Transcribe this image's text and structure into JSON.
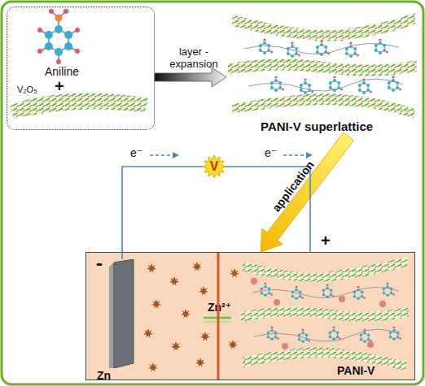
{
  "diagram": {
    "nodes": [
      {
        "text": [
          "Aniline",
          "+",
          "V₂O₅"
        ]
      },
      {
        "text": [
          "PANI-V superlattice"
        ]
      },
      {
        "text": [
          "Zn²⁺"
        ]
      },
      {
        "text": [
          "-",
          "Zn"
        ],
        "in": 2
      },
      {
        "text": [
          "+",
          "PANI-V"
        ],
        "in": 2
      },
      {
        "text": [
          "V"
        ]
      }
    ],
    "edges": [
      {
        "from": 0,
        "to": 1,
        "arrow": "to",
        "label": "layer - expansion"
      },
      {
        "from": 1,
        "to": 2,
        "arrow": "to",
        "label": "application"
      },
      {
        "from": 3,
        "to": 5,
        "arrow": "none",
        "label": "e⁻"
      },
      {
        "from": 5,
        "to": 4,
        "arrow": "none",
        "label": "e⁻"
      }
    ]
  }
}
